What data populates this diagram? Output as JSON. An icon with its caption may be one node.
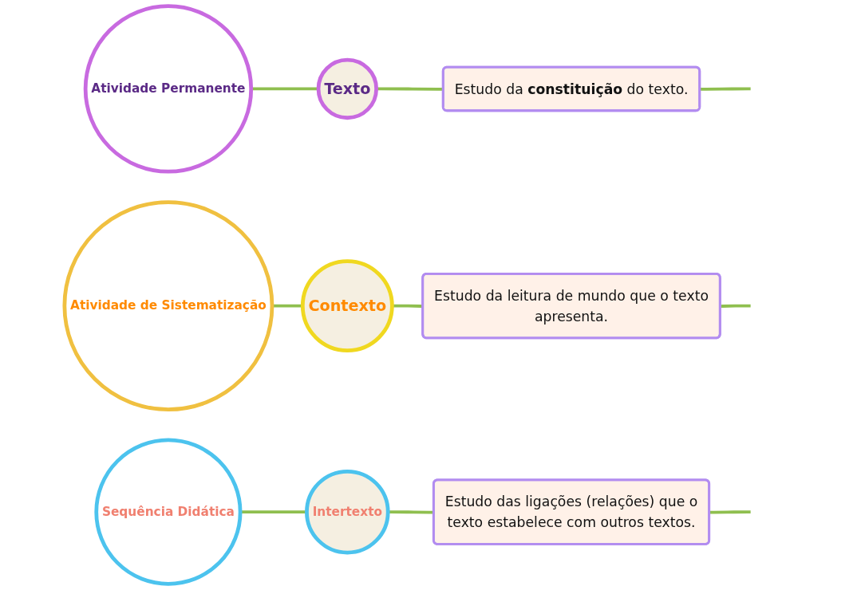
{
  "diagram": {
    "nodes": [
      {
        "text": [
          "Atividade Permanente"
        ]
      },
      {
        "text": [
          "Texto"
        ]
      },
      {
        "text": [
          "Estudo da **constituição** do texto."
        ]
      },
      {
        "text": [
          "Atividade de Sistematização"
        ]
      },
      {
        "text": [
          "Contexto"
        ]
      },
      {
        "text": [
          "Estudo da leitura de mundo que o texto apresenta."
        ]
      },
      {
        "text": [
          "Sequência Didática"
        ]
      },
      {
        "text": [
          "Intertexto"
        ]
      },
      {
        "text": [
          "Estudo das ligações (relações) que o texto estabelece com outros textos."
        ]
      }
    ],
    "edges": [
      {
        "from": 0,
        "to": 1,
        "arrow": "none"
      },
      {
        "from": 1,
        "to": 2,
        "arrow": "none"
      },
      {
        "from": 2,
        "to": null,
        "arrow": "none"
      },
      {
        "from": 3,
        "to": 4,
        "arrow": "none"
      },
      {
        "from": 4,
        "to": 5,
        "arrow": "none"
      },
      {
        "from": 5,
        "to": null,
        "arrow": "none"
      },
      {
        "from": 6,
        "to": 7,
        "arrow": "none"
      },
      {
        "from": 7,
        "to": 8,
        "arrow": "none"
      },
      {
        "from": 8,
        "to": null,
        "arrow": "none"
      }
    ]
  }
}
